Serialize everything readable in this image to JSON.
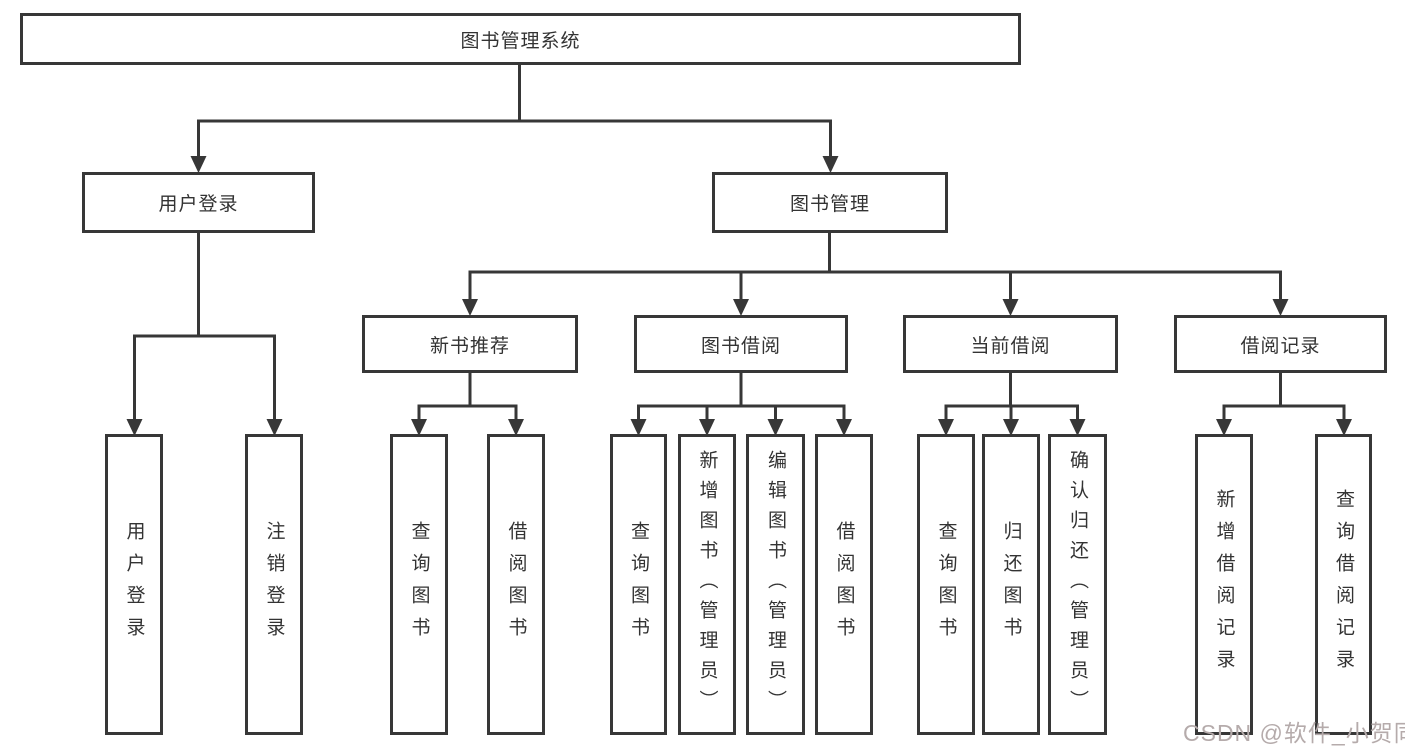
{
  "diagram": {
    "root": {
      "label": "图书管理系统"
    },
    "level2": [
      {
        "label": "用户登录"
      },
      {
        "label": "图书管理"
      }
    ],
    "level3": [
      {
        "label": "新书推荐"
      },
      {
        "label": "图书借阅"
      },
      {
        "label": "当前借阅"
      },
      {
        "label": "借阅记录"
      }
    ],
    "leaves": [
      {
        "label": "用户登录"
      },
      {
        "label": "注销登录"
      },
      {
        "label": "查询图书"
      },
      {
        "label": "借阅图书"
      },
      {
        "label": "查询图书"
      },
      {
        "label": "新增图书（管理员）"
      },
      {
        "label": "编辑图书（管理员）"
      },
      {
        "label": "借阅图书"
      },
      {
        "label": "查询图书"
      },
      {
        "label": "归还图书"
      },
      {
        "label": "确认归还（管理员）"
      },
      {
        "label": "新增借阅记录"
      },
      {
        "label": "查询借阅记录"
      }
    ]
  },
  "watermark": {
    "text": "CSDN @软件_小贺同学"
  },
  "colors": {
    "line": "#373737",
    "text": "#333333",
    "watermark": "#b5abab",
    "background": "#ffffff"
  }
}
